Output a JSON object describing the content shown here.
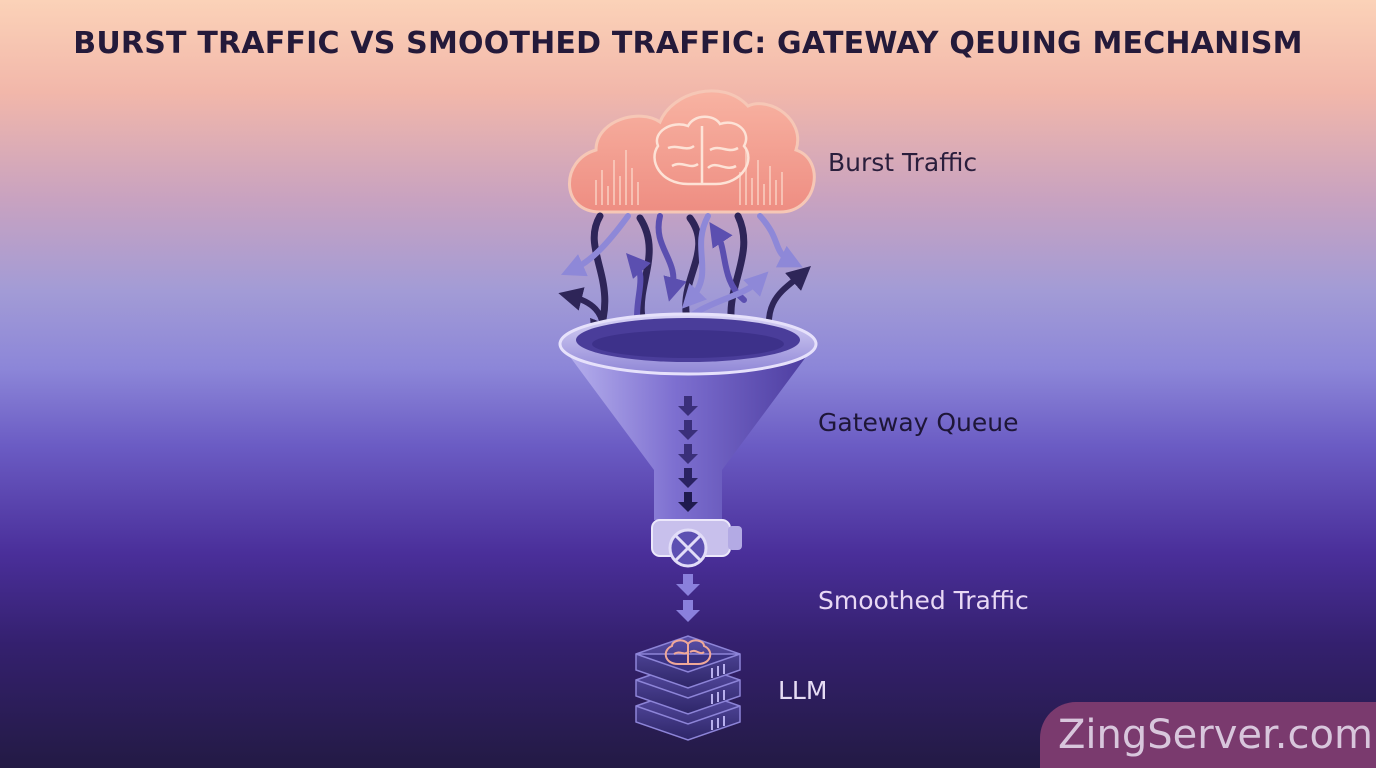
{
  "title": "BURST TRAFFIC VS SMOOTHED TRAFFIC: GATEWAY QEUING MECHANISM",
  "labels": {
    "burst": "Burst Traffic",
    "queue": "Gateway Queue",
    "smoothed": "Smoothed Traffic",
    "llm": "LLM"
  },
  "watermark": "ZingServer.com",
  "icons": [
    "cloud-brain-icon",
    "funnel-icon",
    "valve-icon",
    "server-stack-icon",
    "brain-icon"
  ],
  "colors": {
    "cloud": "#f4a08e",
    "funnel": "#8a7fd6",
    "arrow_dark": "#2e2558",
    "arrow_light": "#8e88d8",
    "server": "#3e3580",
    "watermark_bg": "#7a3a6e"
  }
}
